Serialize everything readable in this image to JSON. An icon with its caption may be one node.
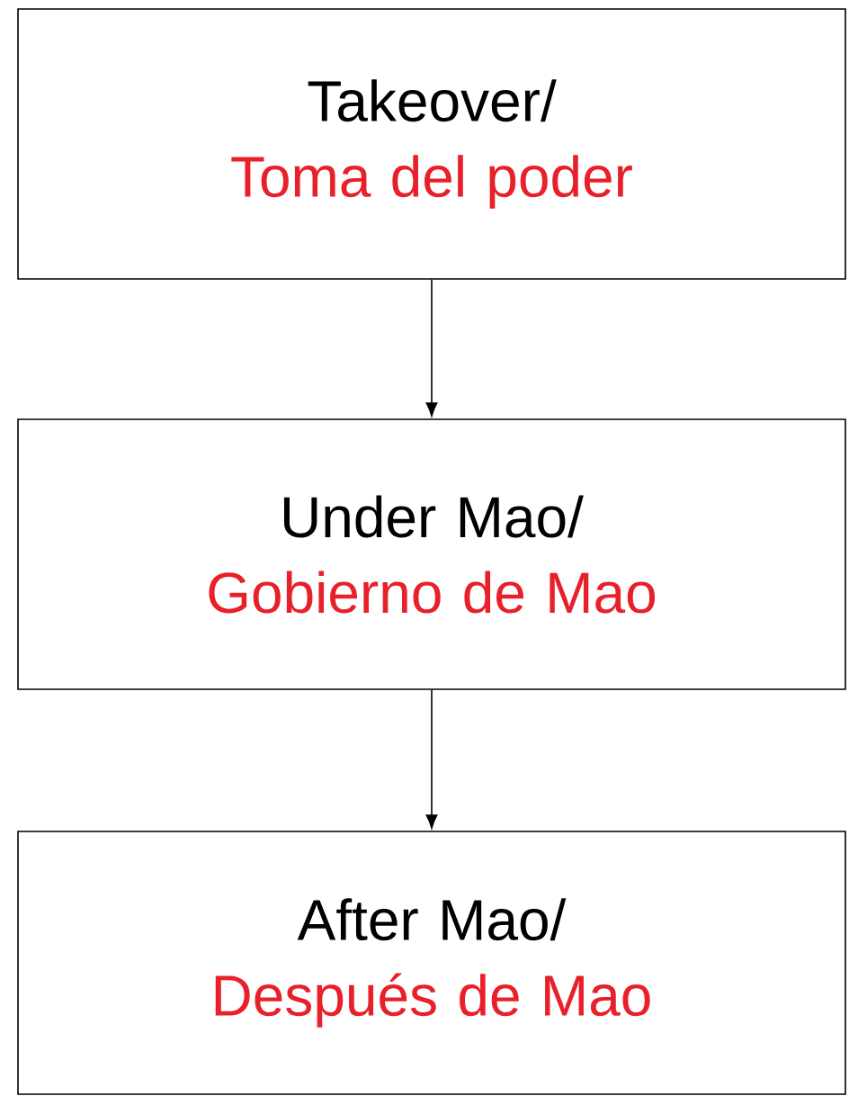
{
  "diagram": {
    "nodes": [
      {
        "text": [
          "Takeover/",
          "Toma del poder"
        ]
      },
      {
        "text": [
          "Under Mao/",
          "Gobierno de Mao"
        ]
      },
      {
        "text": [
          "After Mao/",
          "Después de Mao"
        ]
      }
    ],
    "edges": [
      {
        "from": 0,
        "to": 1,
        "arrow": "to"
      },
      {
        "from": 1,
        "to": 2,
        "arrow": "to"
      }
    ]
  }
}
